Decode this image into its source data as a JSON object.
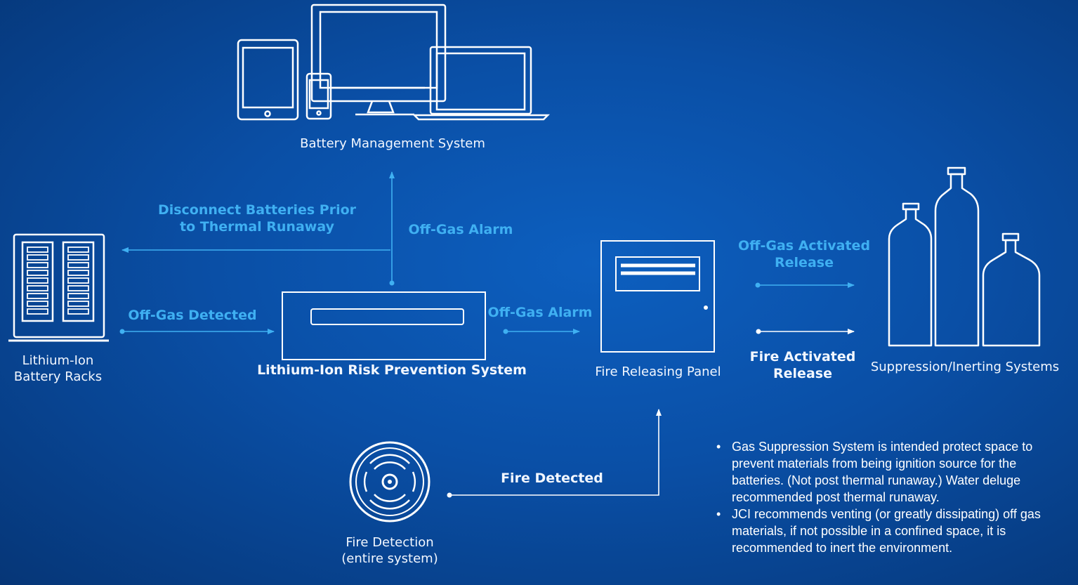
{
  "nodes": {
    "bms": "Battery Management System",
    "racks_line1": "Lithium-Ion",
    "racks_line2": "Battery Racks",
    "lrps": "Lithium-Ion Risk Prevention System",
    "frp": "Fire Releasing Panel",
    "suppression": "Suppression/Inerting Systems",
    "detection_line1": "Fire Detection",
    "detection_line2": "(entire system)"
  },
  "edges": {
    "disconnect_line1": "Disconnect Batteries Prior",
    "disconnect_line2": "to Thermal Runaway",
    "offgas_alarm_bms": "Off-Gas Alarm",
    "offgas_detected": "Off-Gas Detected",
    "offgas_alarm_panel": "Off-Gas Alarm",
    "offgas_release_line1": "Off-Gas Activated",
    "offgas_release_line2": "Release",
    "fire_release_line1": "Fire Activated",
    "fire_release_line2": "Release",
    "fire_detected": "Fire Detected"
  },
  "notes": [
    "Gas Suppression System is  intended protect space to prevent materials from being ignition source for the batteries. (Not post thermal runaway.)  Water deluge recommended post thermal runaway.",
    "JCI recommends venting (or greatly dissipating) off gas materials, if not possible in a confined space, it is recommended to inert the environment."
  ],
  "colors": {
    "line": "#ffffff",
    "accent": "#3fb0f2"
  }
}
